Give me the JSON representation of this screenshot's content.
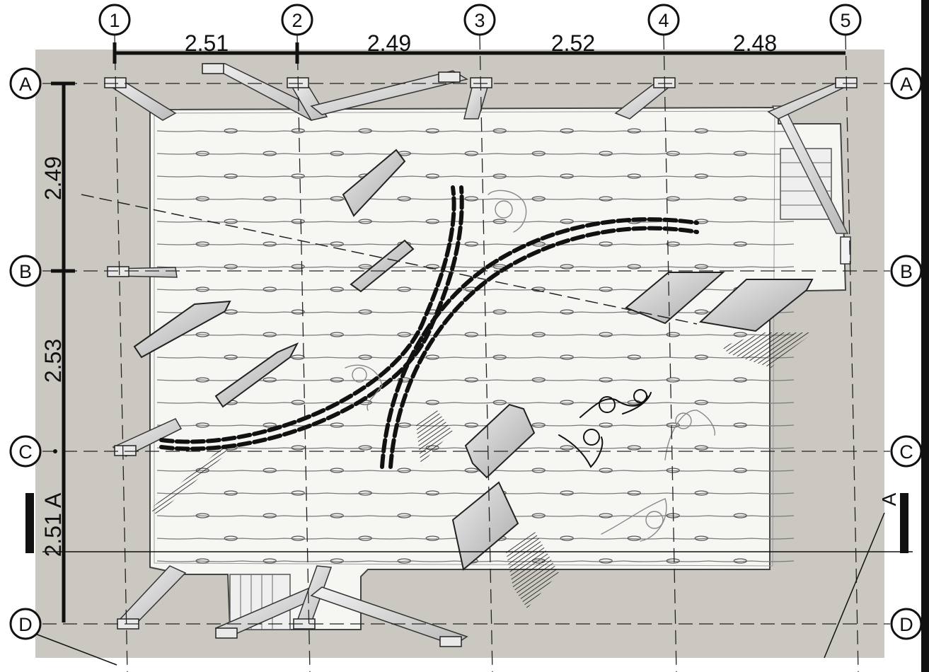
{
  "grid": {
    "columns": [
      "1",
      "2",
      "3",
      "4",
      "5"
    ],
    "rows": [
      "A",
      "B",
      "C",
      "D"
    ]
  },
  "dimensions": {
    "horizontal": [
      "2.51",
      "2.49",
      "2.52",
      "2.48"
    ],
    "vertical": [
      "2.49",
      "2.53"
    ]
  },
  "section": {
    "label": "A",
    "left_label": "2.51 A"
  },
  "colors": {
    "background": "#ffffff",
    "site": "#cbc8c1",
    "floor": "#f6f6f3",
    "line": "#111111"
  }
}
